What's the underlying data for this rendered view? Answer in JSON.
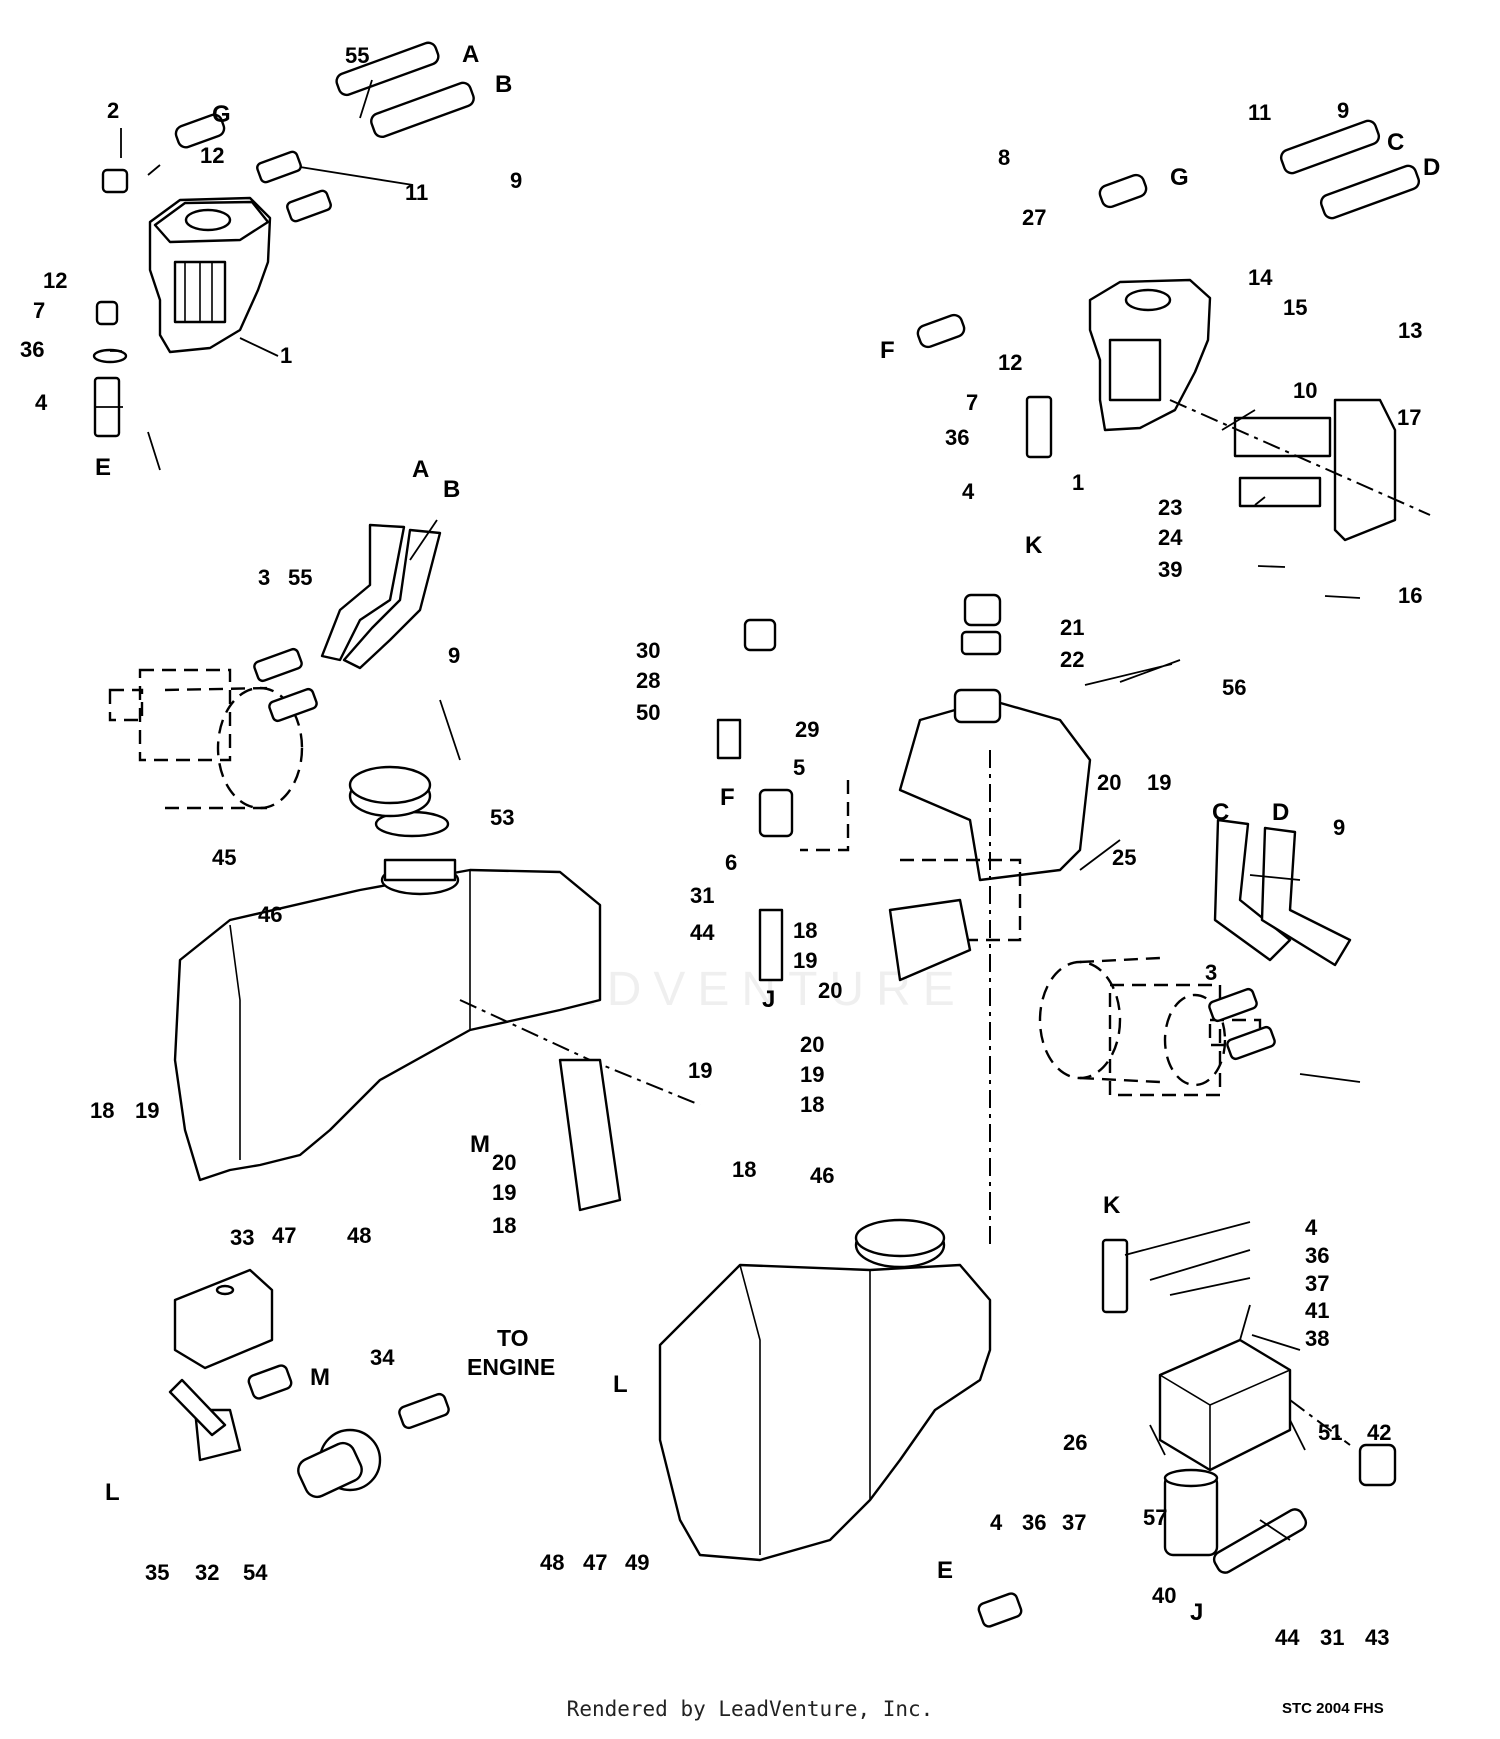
{
  "diagram": {
    "callouts": [
      "55",
      "2",
      "12",
      "11",
      "9",
      "12",
      "7",
      "36",
      "4",
      "1",
      "8",
      "27",
      "11",
      "9",
      "14",
      "15",
      "13",
      "10",
      "12",
      "7",
      "36",
      "4",
      "1",
      "17",
      "23",
      "24",
      "39",
      "16",
      "21",
      "22",
      "56",
      "30",
      "28",
      "50",
      "29",
      "5",
      "20",
      "19",
      "25",
      "6",
      "31",
      "44",
      "18",
      "19",
      "20",
      "3",
      "55",
      "9",
      "53",
      "46",
      "45",
      "20",
      "19",
      "18",
      "3",
      "9",
      "19",
      "18",
      "18",
      "19",
      "47",
      "48",
      "20",
      "19",
      "18",
      "33",
      "34",
      "35",
      "32",
      "54",
      "46",
      "48",
      "47",
      "49",
      "4",
      "36",
      "37",
      "41",
      "38",
      "26",
      "51",
      "42",
      "57",
      "40",
      "4",
      "36",
      "37",
      "44",
      "31",
      "43"
    ],
    "letters": [
      "A",
      "B",
      "G",
      "E",
      "G",
      "C",
      "D",
      "F",
      "K",
      "A",
      "B",
      "F",
      "J",
      "C",
      "D",
      "M",
      "M",
      "L",
      "L",
      "K",
      "E",
      "J"
    ],
    "engine_label": [
      "TO",
      "ENGINE"
    ]
  },
  "watermark": "LEADVENTURE",
  "footer": {
    "rendered_by": "Rendered by LeadVenture, Inc.",
    "stamp": "STC 2004 FHS"
  }
}
